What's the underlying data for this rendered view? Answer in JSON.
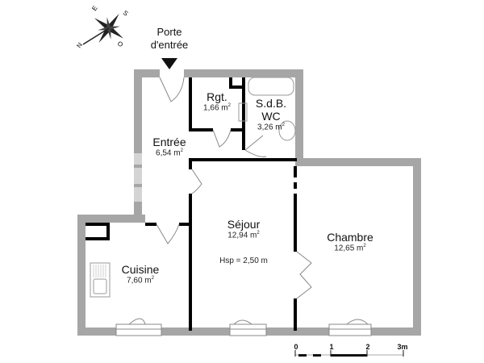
{
  "compass": {
    "letters": {
      "north": "N",
      "east": "E",
      "south": "S",
      "west": "O"
    }
  },
  "entrance": {
    "label_line1": "Porte",
    "label_line2": "d'entrée"
  },
  "rooms": [
    {
      "id": "rgt",
      "name": "Rgt.",
      "area": "1,66 m",
      "unit_sup": "2"
    },
    {
      "id": "sdb",
      "name_line1": "S.d.B.",
      "name_line2": "WC",
      "area": "3,26 m",
      "unit_sup": "2"
    },
    {
      "id": "entree",
      "name": "Entrée",
      "area": "6,54 m",
      "unit_sup": "2"
    },
    {
      "id": "sejour",
      "name": "Séjour",
      "area": "12,94 m",
      "unit_sup": "2",
      "note": "Hsp = 2,50 m"
    },
    {
      "id": "chambre",
      "name": "Chambre",
      "area": "12,65 m",
      "unit_sup": "2"
    },
    {
      "id": "cuisine",
      "name": "Cuisine",
      "area": "7,60 m",
      "unit_sup": "2"
    }
  ],
  "scale": {
    "ticks": [
      "0",
      "1",
      "2",
      "3m"
    ]
  },
  "colors": {
    "wall_exterior": "#a6a6a6",
    "wall_interior": "#000000",
    "fixture_stroke": "#9a9a9a"
  }
}
